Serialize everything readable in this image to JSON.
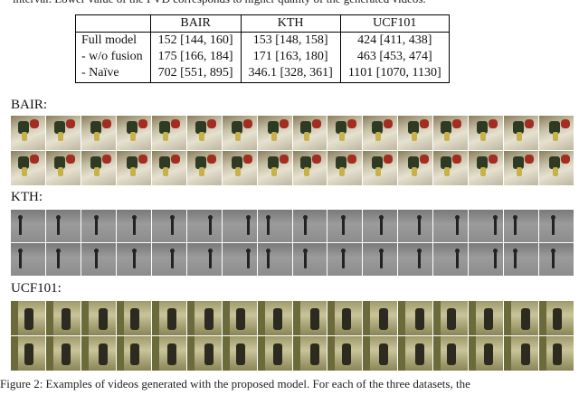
{
  "caption_top": "interval. Lower value of the FVD corresponds to higher quality of the generated videos.",
  "table": {
    "headers": [
      "",
      "BAIR",
      "KTH",
      "UCF101"
    ],
    "rows": [
      {
        "label": "Full model",
        "bair": "152 [144, 160]",
        "kth": "153 [148, 158]",
        "ucf": "424 [411, 438]"
      },
      {
        "label": "- w/o fusion",
        "bair": "175 [166, 184]",
        "kth": "171 [163, 180]",
        "ucf": "463 [453, 474]"
      },
      {
        "label": "- Naïve",
        "bair": "702 [551, 895]",
        "kth": "346.1 [328, 361]",
        "ucf": "1101 [1070, 1130]"
      }
    ]
  },
  "sections": {
    "bair": "BAIR:",
    "kth": "KTH:",
    "ucf": "UCF101:"
  },
  "caption_bottom": "Figure 2: Examples of videos generated with the proposed model. For each of the three datasets, the"
}
